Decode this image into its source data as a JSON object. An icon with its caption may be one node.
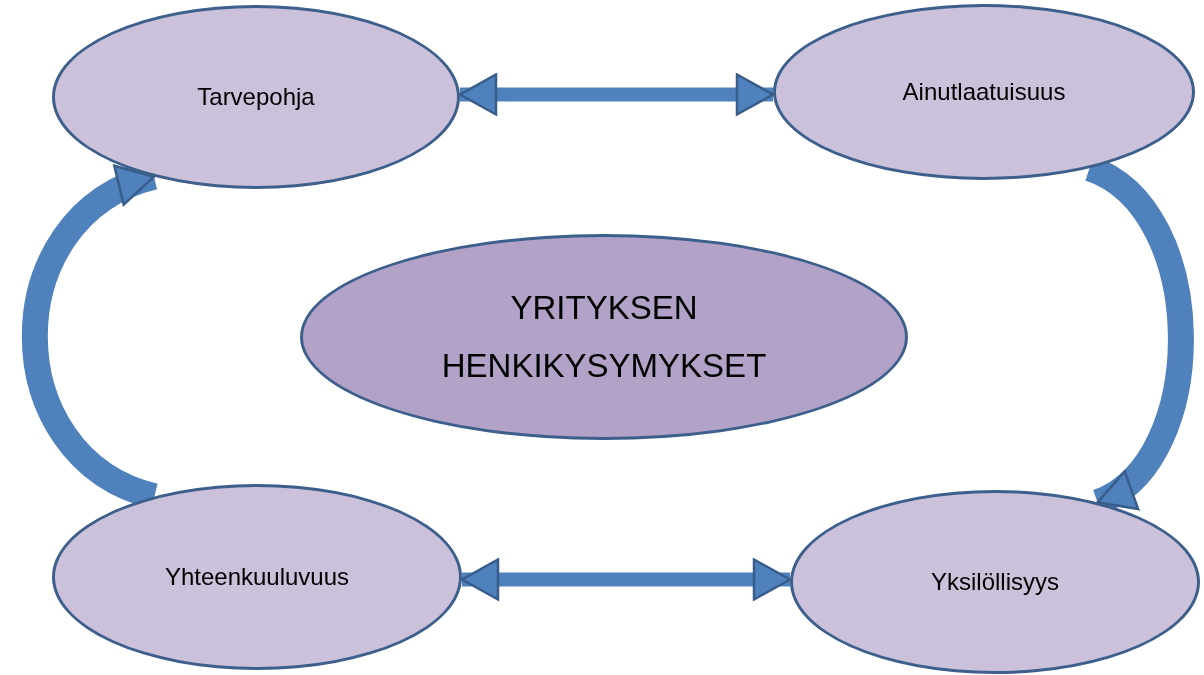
{
  "diagram": {
    "nodes": [
      {
        "text": [
          "Tarvepohja"
        ]
      },
      {
        "text": [
          "Ainutlaatuisuus"
        ]
      },
      {
        "text": [
          "YRITYKSEN HENKIKYSYMYKSET"
        ]
      },
      {
        "text": [
          "Yhteenkuuluvuus"
        ]
      },
      {
        "text": [
          "Yksilöllisyys"
        ]
      }
    ],
    "edges": [
      {
        "from": 0,
        "to": 1,
        "arrow": "both"
      },
      {
        "from": 1,
        "to": 4,
        "arrow": "to",
        "style": "thick"
      },
      {
        "from": 4,
        "to": 3,
        "arrow": "both"
      },
      {
        "from": 3,
        "to": 0,
        "arrow": "to",
        "style": "thick"
      }
    ]
  }
}
